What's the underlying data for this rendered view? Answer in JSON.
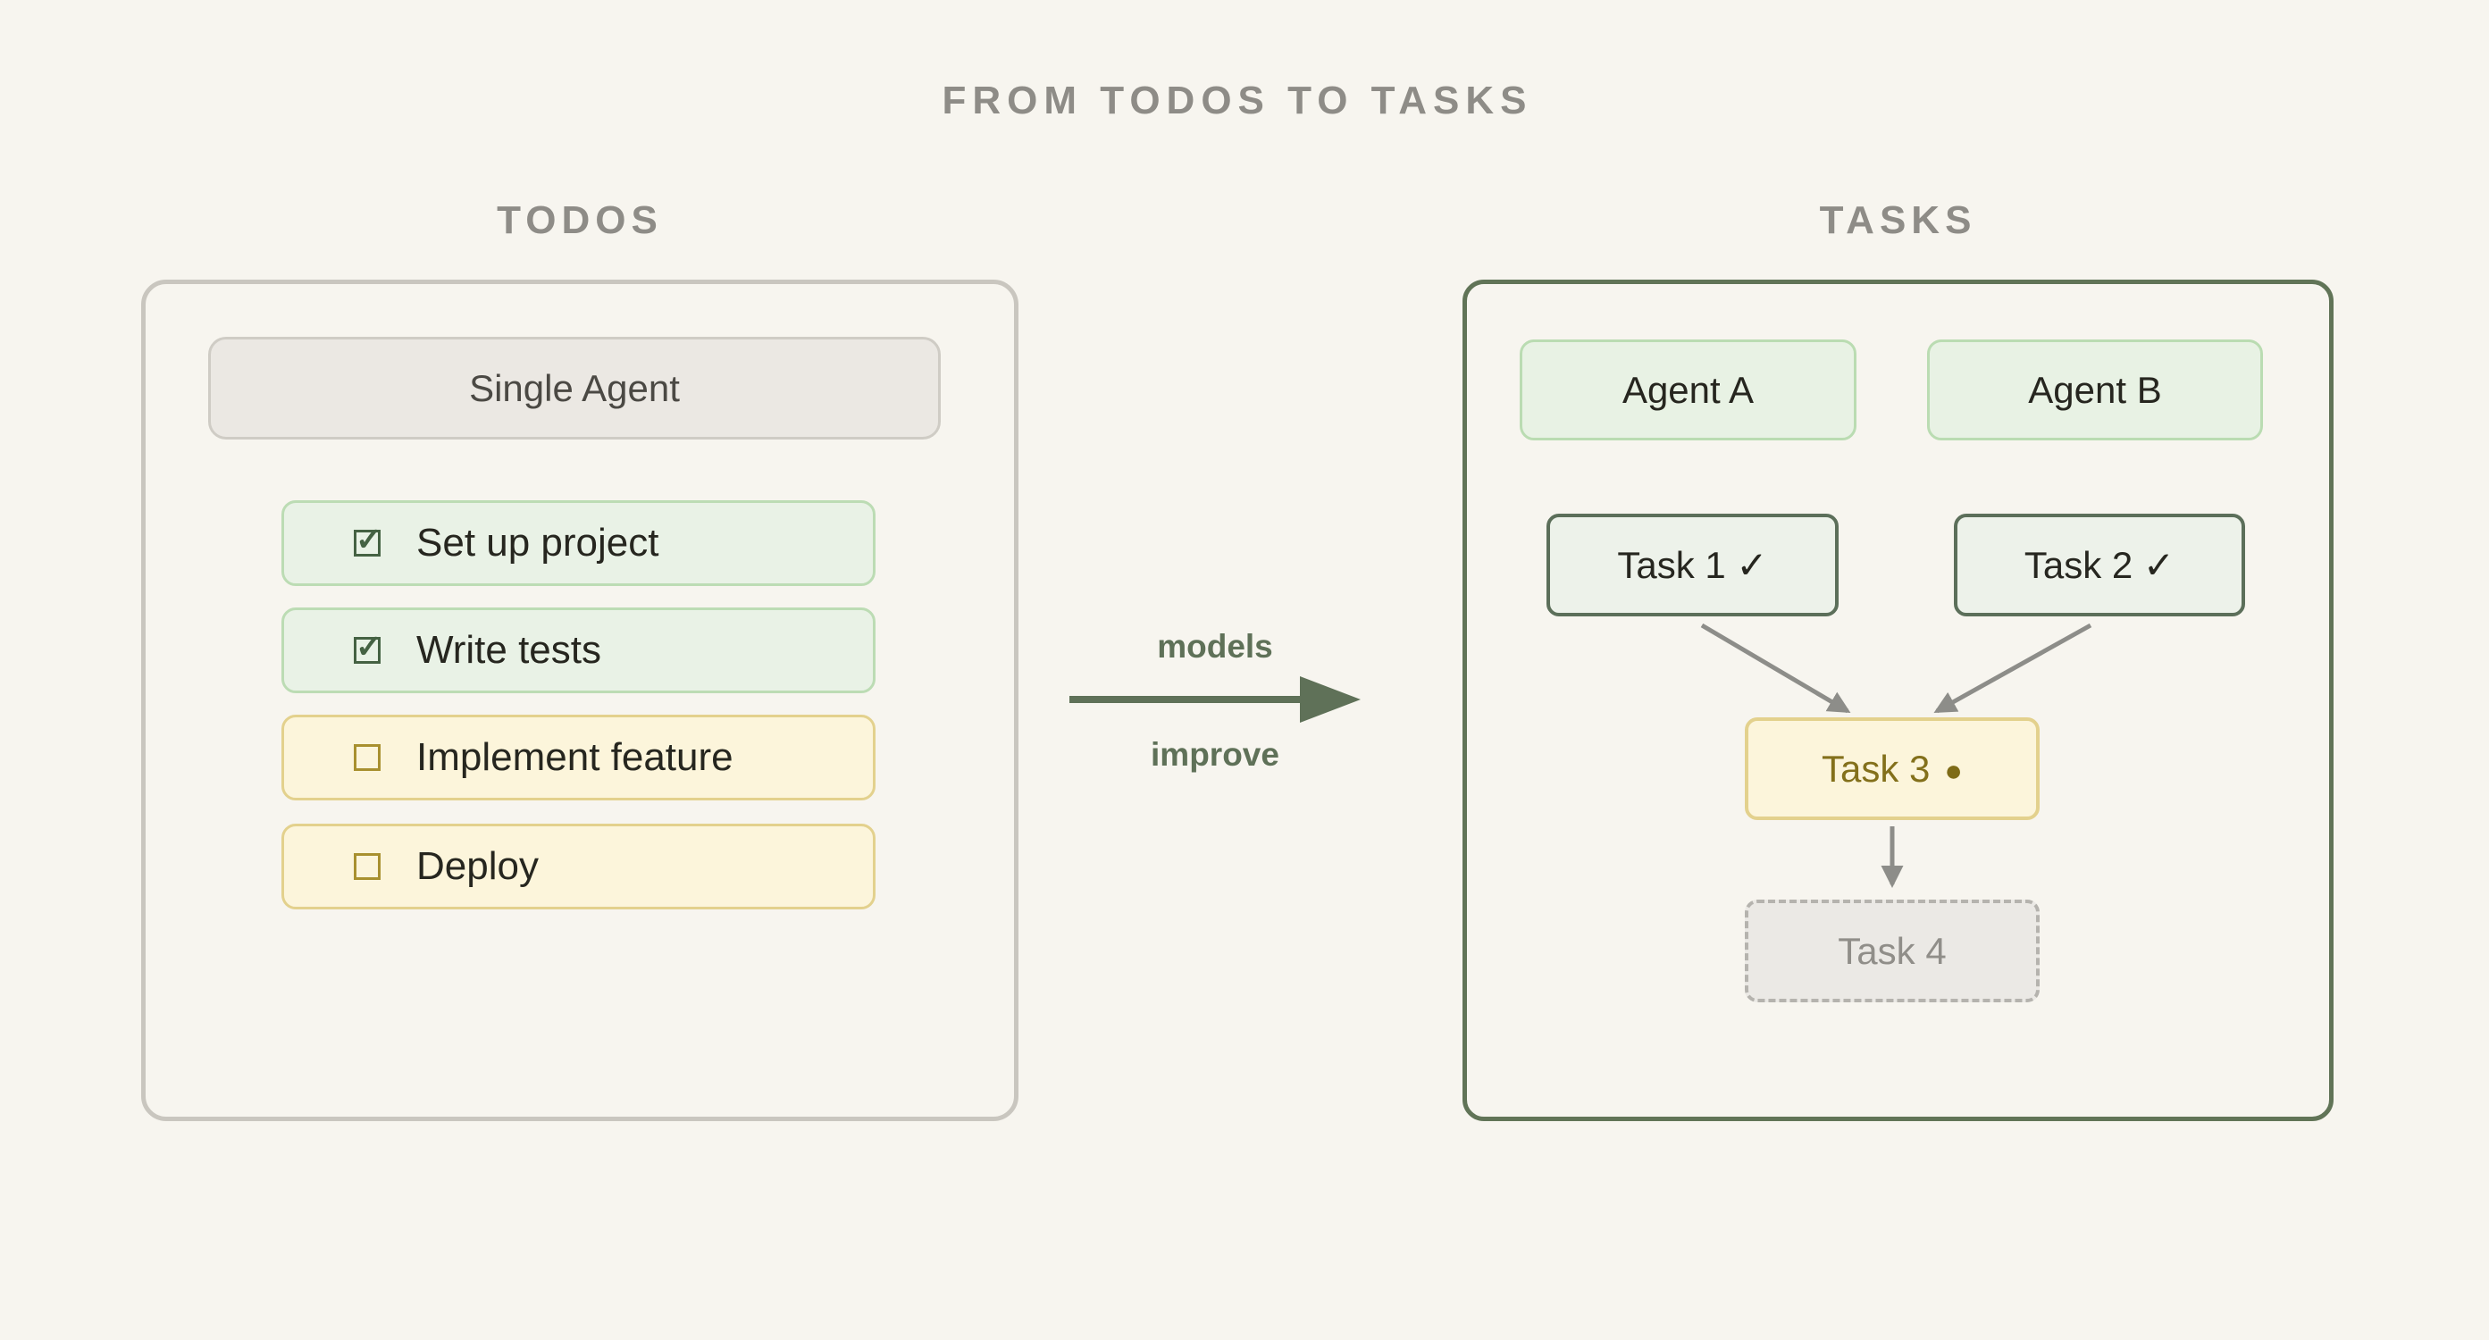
{
  "title": "FROM TODOS TO TASKS",
  "colors": {
    "background": "#f7f5ef",
    "heading-gray": "#8e8c87",
    "panel-gray-border": "#c9c6bf",
    "neutral-fill": "#ebe8e3",
    "neutral-border": "#cfccc5",
    "neutral-text": "#4b4944",
    "green-fill": "#e9f2e6",
    "green-border": "#bcdcb4",
    "green-accent": "#456243",
    "yellow-fill": "#fcf5db",
    "yellow-border": "#e3d18d",
    "yellow-accent": "#a8902f",
    "olive-text": "#83701b",
    "task-green-border": "#5c6f5a",
    "task-green-fill": "#edf2ea",
    "agent-fill": "#e8f2e4",
    "agent-border": "#badcb2",
    "tasks-panel-border": "#617457",
    "arrow-green": "#5f7158",
    "connector-gray": "#8d8d89",
    "task4-fill": "#ebe9e5",
    "task4-border": "#b5b3ae",
    "task4-text": "#908e89",
    "dark-text": "#26261f"
  },
  "todos": {
    "label": "TODOS",
    "agent_box_label": "Single Agent",
    "check_glyph": "✓",
    "items": [
      {
        "label": "Set up project",
        "checked": true,
        "state": "done"
      },
      {
        "label": "Write tests",
        "checked": true,
        "state": "done"
      },
      {
        "label": "Implement feature",
        "checked": false,
        "state": "pending"
      },
      {
        "label": "Deploy",
        "checked": false,
        "state": "pending"
      }
    ]
  },
  "transition": {
    "top_label": "models",
    "bottom_label": "improve"
  },
  "tasks": {
    "label": "TASKS",
    "agents": [
      {
        "label": "Agent A"
      },
      {
        "label": "Agent B"
      }
    ],
    "nodes": [
      {
        "id": "task1",
        "label": "Task 1 ✓",
        "status": "done"
      },
      {
        "id": "task2",
        "label": "Task 2 ✓",
        "status": "done"
      },
      {
        "id": "task3",
        "label": "Task 3",
        "indicator": "●",
        "status": "in-progress"
      },
      {
        "id": "task4",
        "label": "Task 4",
        "status": "pending"
      }
    ]
  }
}
